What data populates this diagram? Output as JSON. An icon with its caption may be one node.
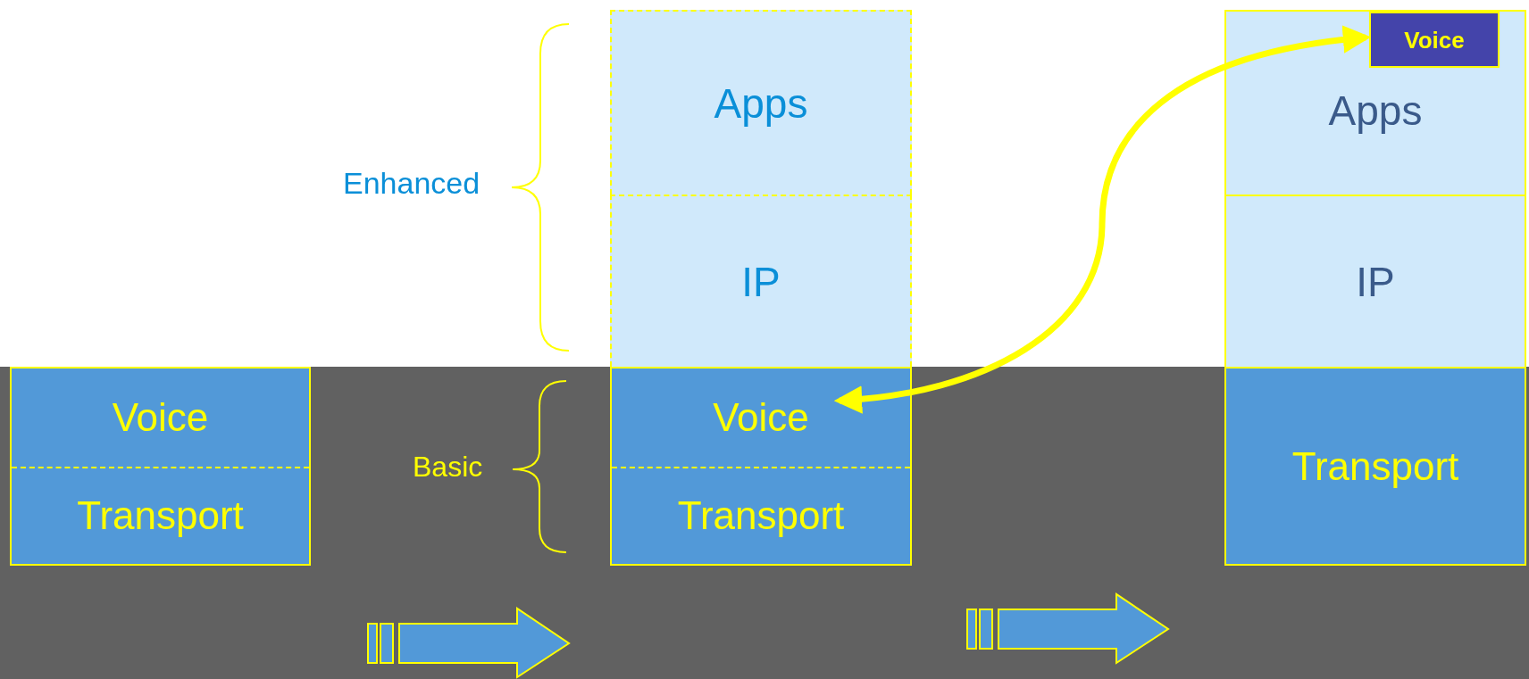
{
  "diagram": {
    "nodes": [
      {
        "text": [
          "Voice"
        ]
      },
      {
        "text": [
          "Transport"
        ]
      },
      {
        "text": [
          "Apps"
        ]
      },
      {
        "text": [
          "IP"
        ]
      },
      {
        "text": [
          "Voice"
        ]
      },
      {
        "text": [
          "Transport"
        ]
      },
      {
        "text": [
          "Apps"
        ]
      },
      {
        "text": [
          "Voice"
        ],
        "in": 6
      },
      {
        "text": [
          "IP"
        ]
      },
      {
        "text": [
          "Transport"
        ]
      }
    ],
    "edges": [
      {
        "from": 7,
        "to": 4,
        "arrow": "both",
        "color": "#ffff00"
      }
    ],
    "labels": [
      "Enhanced",
      "Basic"
    ]
  }
}
